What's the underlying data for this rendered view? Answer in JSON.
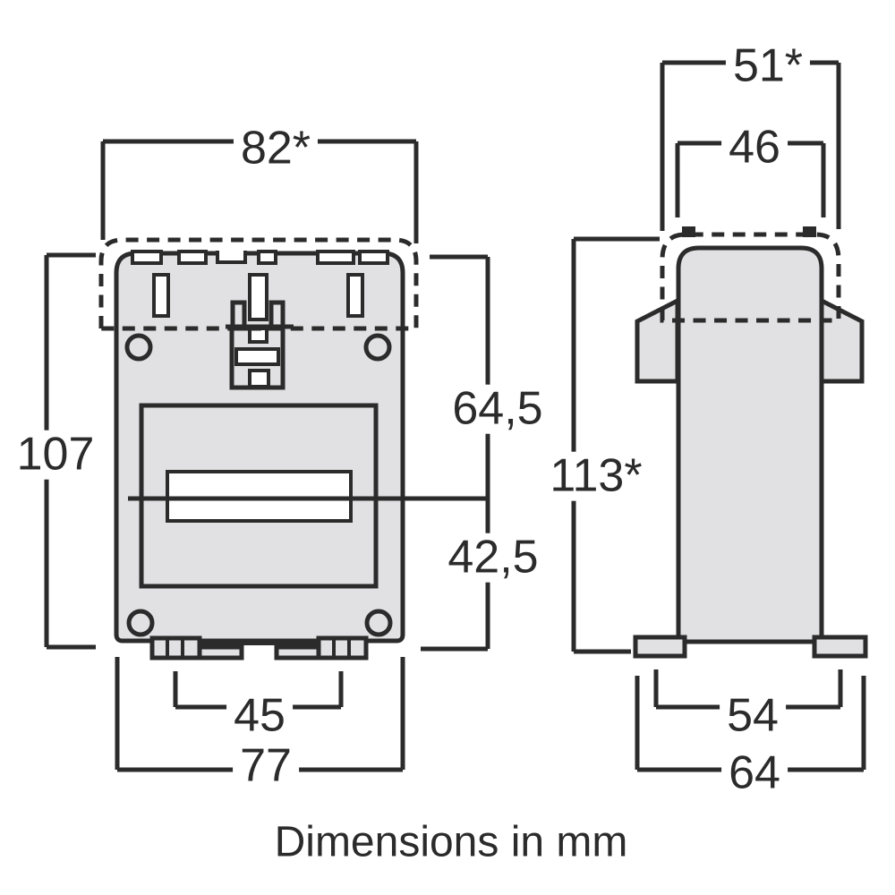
{
  "caption": "Dimensions in mm",
  "colors": {
    "line": "#2b2b2b",
    "body_fill": "#e1e1e3",
    "background": "#ffffff"
  },
  "views": {
    "front": {
      "title": "front-view-of-current-transformer",
      "dims": {
        "cover_width": "82*",
        "body_height": "107",
        "upper_section_height": "64,5",
        "lower_section_height": "42,5",
        "foot_spacing": "45",
        "body_width": "77"
      }
    },
    "side": {
      "title": "side-view-of-current-transformer",
      "dims": {
        "cover_depth": "51*",
        "top_depth": "46",
        "overall_height": "113*",
        "foot_width": "54",
        "base_depth": "64"
      }
    }
  }
}
